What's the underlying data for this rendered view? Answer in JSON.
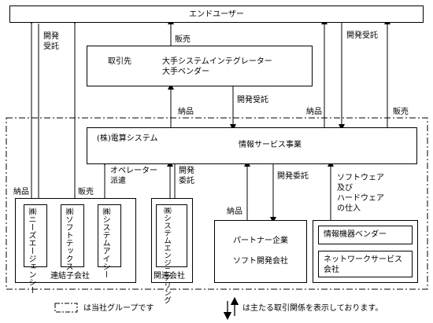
{
  "end_user": {
    "label": "エンドユーザー"
  },
  "top_flows": {
    "dev_left": "開発\n受託",
    "sales_top": "販売",
    "dev_right": "開発受託"
  },
  "client": {
    "label": "取引先",
    "line1": "大手システムインテグレーター",
    "line2": "大手ベンダー"
  },
  "mid_flows": {
    "dev_mid": "開発受託",
    "delivery_left": "納品",
    "delivery_right": "納品",
    "sales_right": "販売"
  },
  "main_company": {
    "name": "(株)電算システム",
    "business": "情報サービス事業"
  },
  "lower_flows": {
    "delivery": "納品",
    "sales": "販売",
    "operator": "オペレーター\n派遣",
    "dev_commission": "開発\n委託",
    "dev_commission_partner": "開発委託",
    "delivery_partner": "納品",
    "hw_sw": "ソフトウェア\n及び\nハードウェア\nの仕入"
  },
  "subsidiaries": {
    "group_label": "連結子会社",
    "items": [
      "㈱ニーズエージェンシー",
      "㈱ソフトテックス",
      "㈱システムアイシー"
    ]
  },
  "affiliates": {
    "group_label": "関連会社",
    "items": [
      "㈱システムエンジニアリング"
    ]
  },
  "partner": {
    "line1": "パートナー企業",
    "line2": "ソフト開発会社"
  },
  "vendors": {
    "item1": "情報機器ベンダー",
    "item2": "ネットワークサービス\n会社"
  },
  "legend": {
    "group_text": "は当社グループです",
    "arrow_text": "は主たる取引関係を表示しております。"
  }
}
